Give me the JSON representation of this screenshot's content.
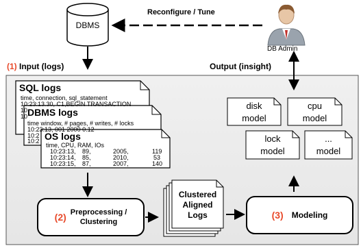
{
  "dbms": {
    "label": "DBMS"
  },
  "admin": {
    "label": "DB Admin"
  },
  "feedback_arrow": {
    "label": "Reconfigure / Tune"
  },
  "input_section": {
    "number": "(1)",
    "label": "Input (logs)"
  },
  "output_section": {
    "label": "Output (insight)"
  },
  "sql_logs": {
    "title": "SQL logs",
    "header": "time,      connection,    sql_statement",
    "lines": [
      "10:23:13.30, C1,BEGIN TRANSACTION",
      "10",
      "10"
    ]
  },
  "dbms_logs": {
    "title": "DBMS logs",
    "header": "time window, # pages,   # writes,       # locks",
    "lines": [
      "10:23:13,    001           2000           0.12",
      "10:2",
      "10:2"
    ]
  },
  "os_logs": {
    "title": "OS logs",
    "header": "time,          CPU,          RAM,           IOs",
    "rows": [
      {
        "time": "10:23:13,",
        "cpu": "89,",
        "ram": "2005,",
        "ios": "119"
      },
      {
        "time": "10:23:14,",
        "cpu": "85,",
        "ram": "2010,",
        "ios": "53"
      },
      {
        "time": "10:23:15,",
        "cpu": "87,",
        "ram": "2007,",
        "ios": "140"
      }
    ]
  },
  "preprocessing": {
    "number": "(2)",
    "label_line1": "Preprocessing /",
    "label_line2": "Clustering"
  },
  "clustered": {
    "line1": "Clustered",
    "line2": "Aligned",
    "line3": "Logs"
  },
  "modeling": {
    "number": "(3)",
    "label": "Modeling"
  },
  "models": [
    {
      "line1": "disk",
      "line2": "model"
    },
    {
      "line1": "cpu",
      "line2": "model"
    },
    {
      "line1": "lock",
      "line2": "model"
    },
    {
      "line1": "...",
      "line2": "model"
    }
  ]
}
